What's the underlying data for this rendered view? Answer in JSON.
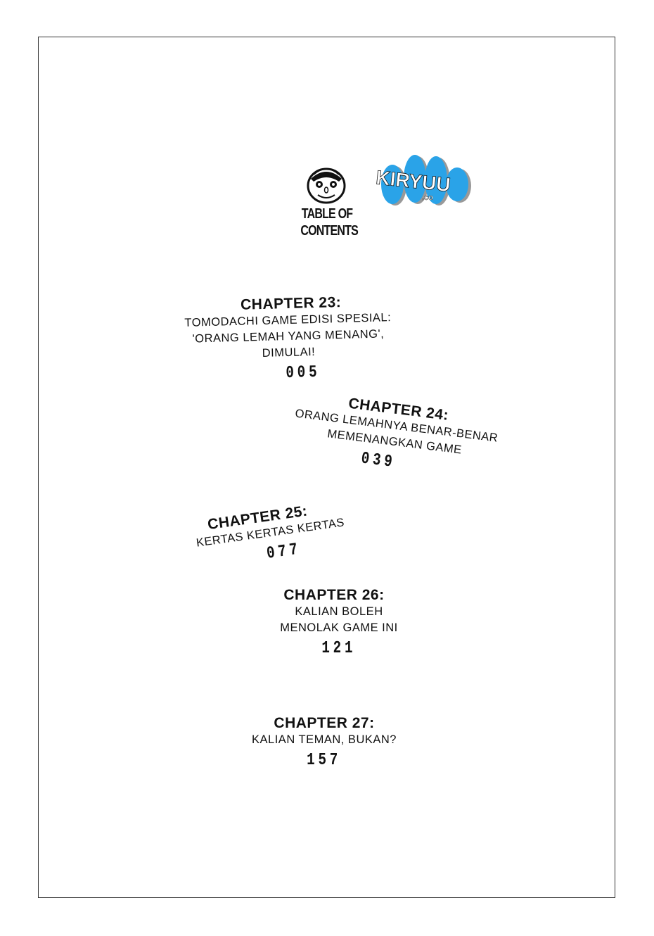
{
  "header": {
    "toc_title_line1": "TABLE OF",
    "toc_title_line2": "CONTENTS",
    "logo_text": "KIRYUU",
    "logo_suffix": ".co",
    "logo_color": "#2aa3e8"
  },
  "chapters": [
    {
      "heading": "CHAPTER 23:",
      "lines": [
        "TOMODACHI GAME EDISI SPESIAL:",
        "'ORANG LEMAH YANG MENANG',",
        "DIMULAI!"
      ],
      "page": "005"
    },
    {
      "heading": "CHAPTER 24:",
      "lines": [
        "ORANG LEMAHNYA BENAR-BENAR",
        "MEMENANGKAN GAME"
      ],
      "page": "039"
    },
    {
      "heading": "CHAPTER 25:",
      "lines": [
        "KERTAS KERTAS KERTAS"
      ],
      "page": "077"
    },
    {
      "heading": "CHAPTER 26:",
      "lines": [
        "KALIAN BOLEH",
        "MENOLAK GAME INI"
      ],
      "page": "121"
    },
    {
      "heading": "CHAPTER 27:",
      "lines": [
        "KALIAN TEMAN, BUKAN?"
      ],
      "page": "157"
    }
  ]
}
